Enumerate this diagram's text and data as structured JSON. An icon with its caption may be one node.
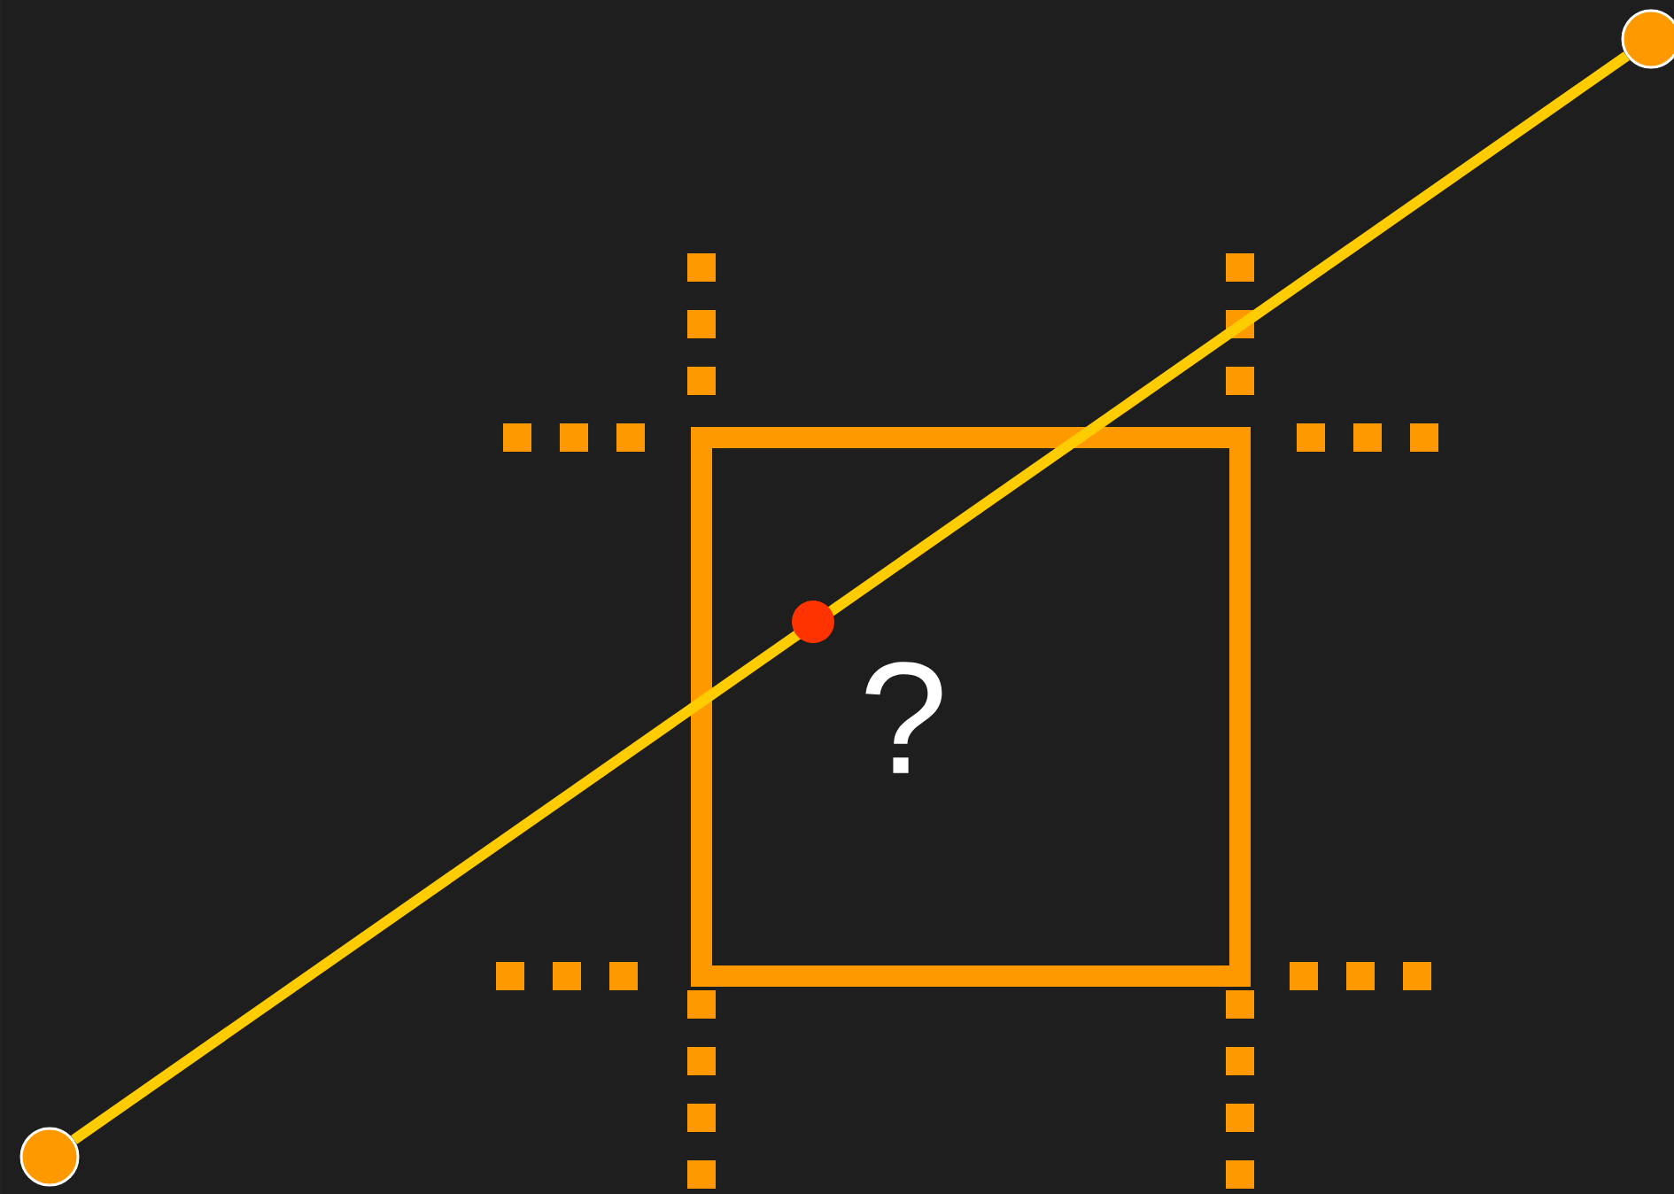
{
  "diagram": {
    "nodes": [
      {
        "text": [],
        "shape": "circle"
      },
      {
        "text": [],
        "shape": "circle"
      }
    ],
    "edges": [
      {
        "from": 0,
        "to": 1,
        "arrow": "none"
      }
    ],
    "labels": [
      "?"
    ]
  }
}
